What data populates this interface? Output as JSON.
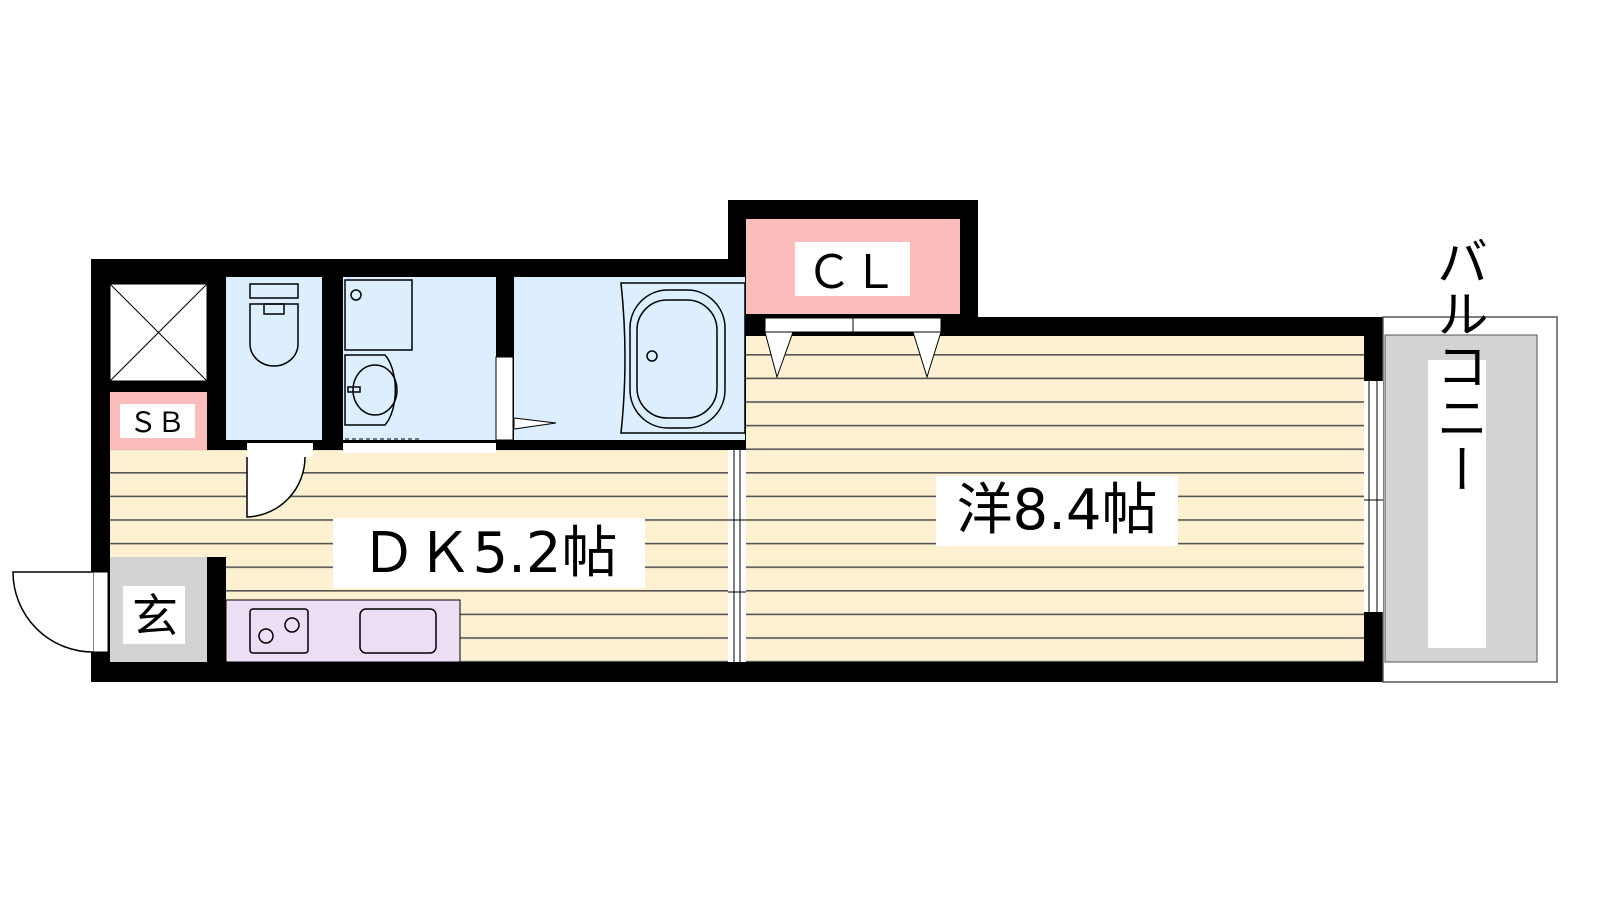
{
  "rooms": {
    "dk": {
      "label": "ＤＫ5.2帖"
    },
    "western": {
      "label": "洋8.4帖"
    },
    "closet": {
      "label": "ＣＬ"
    },
    "shoe_box": {
      "label": "ＳＢ"
    },
    "entrance": {
      "label": "玄"
    },
    "balcony": {
      "label": "バルコニー"
    }
  },
  "colors": {
    "wall": "#000000",
    "floor": "#fdf1d2",
    "wet_area": "#ddeeff",
    "storage": "#fbbcbc",
    "entrance": "#d3d3d3",
    "kitchen": "#ecdff5"
  }
}
